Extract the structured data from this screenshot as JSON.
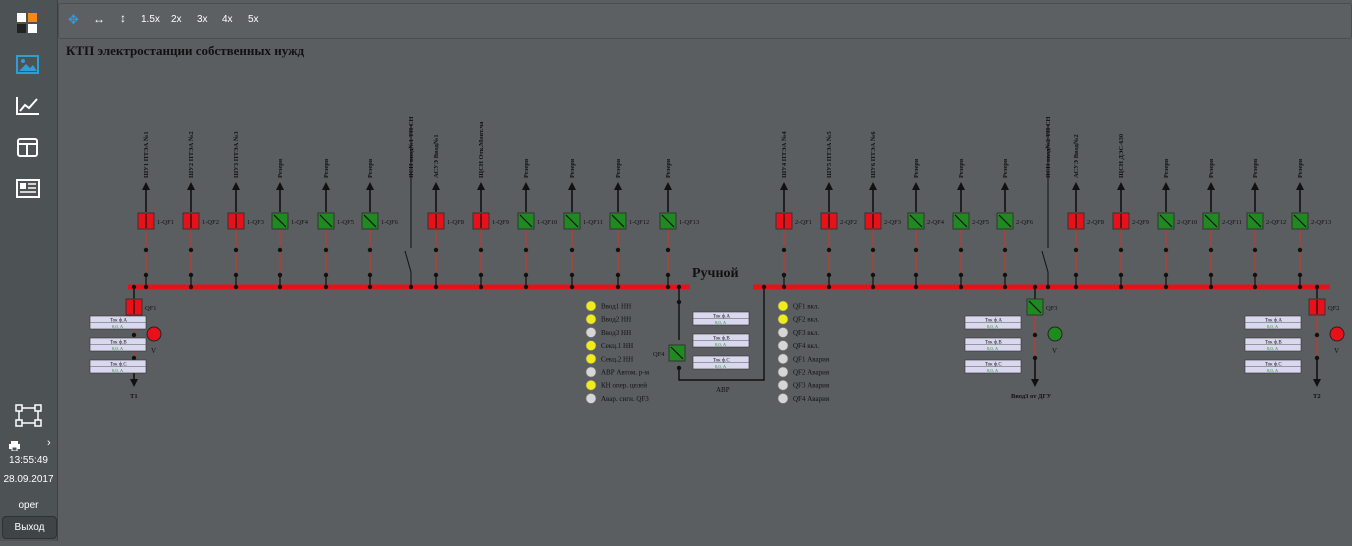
{
  "toolbar": {
    "move_icon": "move-icon",
    "hfit_icon": "fit-width-icon",
    "vfit_icon": "fit-height-icon",
    "zoom": [
      "1.5x",
      "2x",
      "3x",
      "4x",
      "5x"
    ]
  },
  "sidebar": {
    "icons": [
      "logo-icon",
      "image-icon",
      "trend-chart-icon",
      "layout-icon",
      "report-icon"
    ],
    "time": "13:55:49",
    "date": "28.09.2017",
    "user": "oper",
    "exit": "Выход"
  },
  "scheme": {
    "title": "КТП электростанции собственных нужд",
    "mode": "Ручной",
    "colors": {
      "bus": "#e8111a",
      "open_breaker": "#e8111a",
      "closed_breaker": "#1f8a1f",
      "wire": "#111111",
      "lamp_on": "#f0ec1a",
      "lamp_off": "#d6d6d6"
    },
    "left_feeders": [
      {
        "label": "ШУ1 ПТЭА №1",
        "qf": "1-QF1",
        "state": "off"
      },
      {
        "label": "ШУ2 ПТЭА №2",
        "qf": "1-QF2",
        "state": "off"
      },
      {
        "label": "ШУ3 ПТЭА №3",
        "qf": "1-QF3",
        "state": "off"
      },
      {
        "label": "Резерв",
        "qf": "1-QF4",
        "state": "on"
      },
      {
        "label": "Резерв",
        "qf": "1-QF5",
        "state": "on"
      },
      {
        "label": "Резерв",
        "qf": "1-QF6",
        "state": "on"
      },
      {
        "label": "АСУЭ Ввод№1",
        "qf": "1-QF8",
        "state": "off"
      },
      {
        "label": "ЩСН Отк.Монт.ча",
        "qf": "1-QF9",
        "state": "off"
      },
      {
        "label": "Резерв",
        "qf": "1-QF10",
        "state": "on"
      },
      {
        "label": "Резерв",
        "qf": "1-QF11",
        "state": "on"
      },
      {
        "label": "Резерв",
        "qf": "1-QF12",
        "state": "on"
      },
      {
        "label": "Резерв",
        "qf": "1-QF13",
        "state": "on"
      }
    ],
    "left_vt_label": "ЯСН ввод№1 ТП СН",
    "right_feeders": [
      {
        "label": "ШУ4 ПТЭА №4",
        "qf": "2-QF1",
        "state": "off"
      },
      {
        "label": "ШУ5 ПТЭА №5",
        "qf": "2-QF2",
        "state": "off"
      },
      {
        "label": "ШУ6 ПТЭА №6",
        "qf": "2-QF3",
        "state": "off"
      },
      {
        "label": "Резерв",
        "qf": "2-QF4",
        "state": "on"
      },
      {
        "label": "Резерв",
        "qf": "2-QF5",
        "state": "on"
      },
      {
        "label": "Резерв",
        "qf": "2-QF6",
        "state": "on"
      },
      {
        "label": "АСУЭ Ввод№2",
        "qf": "2-QF8",
        "state": "off"
      },
      {
        "label": "ЩСН ДЭС-630",
        "qf": "2-QF9",
        "state": "off"
      },
      {
        "label": "Резерв",
        "qf": "2-QF10",
        "state": "on"
      },
      {
        "label": "Резерв",
        "qf": "2-QF11",
        "state": "on"
      },
      {
        "label": "Резерв",
        "qf": "2-QF12",
        "state": "on"
      },
      {
        "label": "Резерв",
        "qf": "2-QF13",
        "state": "on"
      }
    ],
    "right_vt_label": "ЯСН ввод№2 ТП СН",
    "inputs": [
      {
        "qf": "QF1",
        "state": "off",
        "output": "T1",
        "lamp": "red",
        "v": "V"
      },
      {
        "qf": "QF3",
        "state": "on",
        "output": "Ввод3 от ДГУ",
        "lamp": "green",
        "v": "V"
      },
      {
        "qf": "QF2",
        "state": "off",
        "output": "T2",
        "lamp": "red",
        "v": "V"
      }
    ],
    "current_box": {
      "labels": [
        "Ток ф.А",
        "Ток ф.В",
        "Ток ф.С"
      ],
      "value": "0,0, А"
    },
    "sectional": {
      "qf": "QF4",
      "state": "on",
      "label": "АВР"
    },
    "status_left": [
      {
        "label": "Ввод1 НН",
        "on": true
      },
      {
        "label": "Ввод2 НН",
        "on": true
      },
      {
        "label": "Ввод3 НН",
        "on": false
      },
      {
        "label": "Секц.1 НН",
        "on": true
      },
      {
        "label": "Секц.2 НН",
        "on": true
      },
      {
        "label": "АВР Автом. р-м",
        "on": false
      },
      {
        "label": "КН опер. целей",
        "on": true
      },
      {
        "label": "Авар. сигн. QF3",
        "on": false
      }
    ],
    "status_right": [
      {
        "label": "QF1 вкл.",
        "on": true
      },
      {
        "label": "QF2 вкл.",
        "on": true
      },
      {
        "label": "QF3 вкл.",
        "on": false
      },
      {
        "label": "QF4 вкл.",
        "on": false
      },
      {
        "label": "QF1 Авария",
        "on": false
      },
      {
        "label": "QF2 Авария",
        "on": false
      },
      {
        "label": "QF3 Авария",
        "on": false
      },
      {
        "label": "QF4 Авария",
        "on": false
      }
    ]
  }
}
